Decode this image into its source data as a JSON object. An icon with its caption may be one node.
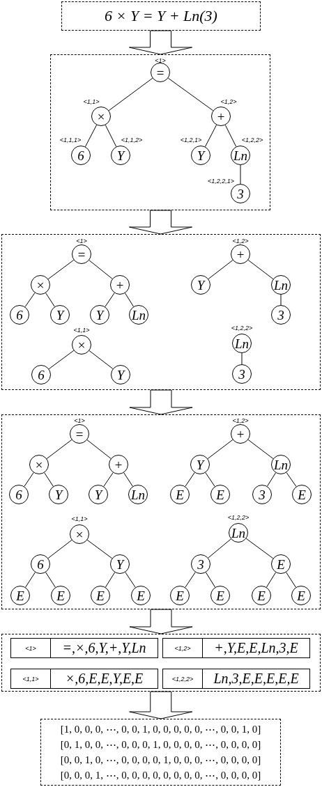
{
  "diagram": {
    "nodes": [
      {
        "text": [
          "6 × Y = Y + Ln(3)"
        ]
      },
      {
        "text": [],
        "shape": "box"
      },
      {
        "text": [
          "="
        ],
        "beside": [
          "<1>"
        ],
        "in": 1
      },
      {
        "text": [
          "×"
        ],
        "beside": [
          "<1,1>"
        ],
        "in": 1
      },
      {
        "text": [
          "+"
        ],
        "beside": [
          "<1,2>"
        ],
        "in": 1
      },
      {
        "text": [
          "6"
        ],
        "beside": [
          "<1,1,1>"
        ],
        "in": 1
      },
      {
        "text": [
          "Y"
        ],
        "beside": [
          "<1,1,2>"
        ],
        "in": 1
      },
      {
        "text": [
          "Y"
        ],
        "beside": [
          "<1,2,1>"
        ],
        "in": 1
      },
      {
        "text": [
          "Ln"
        ],
        "beside": [
          "<1,2,2>"
        ],
        "in": 1
      },
      {
        "text": [
          "3"
        ],
        "beside": [
          "<1,2,2,1>"
        ],
        "in": 1
      },
      {
        "text": [],
        "shape": "box"
      },
      {
        "text": [
          "="
        ],
        "beside": [
          "<1>"
        ],
        "in": 10
      },
      {
        "text": [
          "×"
        ],
        "in": 10
      },
      {
        "text": [
          "+"
        ],
        "in": 10
      },
      {
        "text": [
          "6"
        ],
        "in": 10
      },
      {
        "text": [
          "Y"
        ],
        "in": 10
      },
      {
        "text": [
          "Y"
        ],
        "in": 10
      },
      {
        "text": [
          "Ln"
        ],
        "in": 10
      },
      {
        "text": [
          "+"
        ],
        "beside": [
          "<1,2>"
        ],
        "in": 10
      },
      {
        "text": [
          "Y"
        ],
        "in": 10
      },
      {
        "text": [
          "Ln"
        ],
        "in": 10
      },
      {
        "text": [
          "3"
        ],
        "in": 10
      },
      {
        "text": [
          "×"
        ],
        "beside": [
          "<1,1>"
        ],
        "in": 10
      },
      {
        "text": [
          "6"
        ],
        "in": 10
      },
      {
        "text": [
          "Y"
        ],
        "in": 10
      },
      {
        "text": [
          "Ln"
        ],
        "beside": [
          "<1,2,2>"
        ],
        "in": 10
      },
      {
        "text": [
          "3"
        ],
        "in": 10
      },
      {
        "text": [],
        "shape": "box"
      },
      {
        "text": [
          "="
        ],
        "beside": [
          "<1>"
        ],
        "in": 27
      },
      {
        "text": [
          "×"
        ],
        "in": 27
      },
      {
        "text": [
          "+"
        ],
        "in": 27
      },
      {
        "text": [
          "6"
        ],
        "in": 27
      },
      {
        "text": [
          "Y"
        ],
        "in": 27
      },
      {
        "text": [
          "Y"
        ],
        "in": 27
      },
      {
        "text": [
          "Ln"
        ],
        "in": 27
      },
      {
        "text": [
          "+"
        ],
        "beside": [
          "<1,2>"
        ],
        "in": 27
      },
      {
        "text": [
          "Y"
        ],
        "in": 27
      },
      {
        "text": [
          "Ln"
        ],
        "in": 27
      },
      {
        "text": [
          "E"
        ],
        "in": 27
      },
      {
        "text": [
          "E"
        ],
        "in": 27
      },
      {
        "text": [
          "3"
        ],
        "in": 27
      },
      {
        "text": [
          "E"
        ],
        "in": 27
      },
      {
        "text": [
          "×"
        ],
        "beside": [
          "<1,1>"
        ],
        "in": 27
      },
      {
        "text": [
          "6"
        ],
        "in": 27
      },
      {
        "text": [
          "Y"
        ],
        "in": 27
      },
      {
        "text": [
          "E"
        ],
        "in": 27
      },
      {
        "text": [
          "E"
        ],
        "in": 27
      },
      {
        "text": [
          "E"
        ],
        "in": 27
      },
      {
        "text": [
          "E"
        ],
        "in": 27
      },
      {
        "text": [
          "Ln"
        ],
        "beside": [
          "<1,2,2>"
        ],
        "in": 27
      },
      {
        "text": [
          "3"
        ],
        "in": 27
      },
      {
        "text": [
          "E"
        ],
        "in": 27
      },
      {
        "text": [
          "E"
        ],
        "in": 27
      },
      {
        "text": [
          "E"
        ],
        "in": 27
      },
      {
        "text": [
          "E"
        ],
        "in": 27
      },
      {
        "text": [
          "E"
        ],
        "in": 27
      },
      {
        "text": [],
        "shape": "box"
      },
      {
        "text": [
          "<1>",
          "=,×,6,Y,+,Y,Ln"
        ],
        "in": 56
      },
      {
        "text": [
          "<1,2>",
          "+,Y,E,E,Ln,3,E"
        ],
        "in": 56
      },
      {
        "text": [
          "<1,1>",
          "×,6,E,E,Y,E,E"
        ],
        "in": 56
      },
      {
        "text": [
          "<1,2,2>",
          "Ln,3,E,E,E,E,E"
        ],
        "in": 56
      },
      {
        "text": [
          "[1, 0, 0, 0, ⋯, 0, 0, 1, 0, 0, 0, 0, 0, ⋯, 0, 0, 1, 0]",
          "[0, 1, 0, 0, ⋯, 0, 0, 0, 1, 0, 0, 0, 0, ⋯, 0, 0, 0, 0]",
          "[0, 0, 1, 0, ⋯, 0, 0, 0, 0, 1, 0, 0, 0, ⋯, 0, 0, 0, 0]",
          "[0, 0, 0, 1, ⋯, 0, 0, 0, 0, 0, 0, 0, 0, ⋯, 0, 0, 0, 0]"
        ]
      }
    ],
    "edges": [
      {
        "from": 0,
        "to": 1,
        "arrow": "to",
        "style": "thick"
      },
      {
        "from": 2,
        "to": 3,
        "arrow": "none"
      },
      {
        "from": 2,
        "to": 4,
        "arrow": "none"
      },
      {
        "from": 3,
        "to": 5,
        "arrow": "none"
      },
      {
        "from": 3,
        "to": 6,
        "arrow": "none"
      },
      {
        "from": 4,
        "to": 7,
        "arrow": "none"
      },
      {
        "from": 4,
        "to": 8,
        "arrow": "none"
      },
      {
        "from": 8,
        "to": 9,
        "arrow": "none"
      },
      {
        "from": 1,
        "to": 10,
        "arrow": "to",
        "style": "thick"
      },
      {
        "from": 11,
        "to": 12,
        "arrow": "none"
      },
      {
        "from": 11,
        "to": 13,
        "arrow": "none"
      },
      {
        "from": 12,
        "to": 14,
        "arrow": "none"
      },
      {
        "from": 12,
        "to": 15,
        "arrow": "none"
      },
      {
        "from": 13,
        "to": 16,
        "arrow": "none"
      },
      {
        "from": 13,
        "to": 17,
        "arrow": "none"
      },
      {
        "from": 18,
        "to": 19,
        "arrow": "none"
      },
      {
        "from": 18,
        "to": 20,
        "arrow": "none"
      },
      {
        "from": 20,
        "to": 21,
        "arrow": "none"
      },
      {
        "from": 22,
        "to": 23,
        "arrow": "none"
      },
      {
        "from": 22,
        "to": 24,
        "arrow": "none"
      },
      {
        "from": 25,
        "to": 26,
        "arrow": "none"
      },
      {
        "from": 10,
        "to": 27,
        "arrow": "to",
        "style": "thick"
      },
      {
        "from": 28,
        "to": 29,
        "arrow": "none"
      },
      {
        "from": 28,
        "to": 30,
        "arrow": "none"
      },
      {
        "from": 29,
        "to": 31,
        "arrow": "none"
      },
      {
        "from": 29,
        "to": 32,
        "arrow": "none"
      },
      {
        "from": 30,
        "to": 33,
        "arrow": "none"
      },
      {
        "from": 30,
        "to": 34,
        "arrow": "none"
      },
      {
        "from": 35,
        "to": 36,
        "arrow": "none"
      },
      {
        "from": 35,
        "to": 37,
        "arrow": "none"
      },
      {
        "from": 36,
        "to": 38,
        "arrow": "none"
      },
      {
        "from": 36,
        "to": 39,
        "arrow": "none"
      },
      {
        "from": 37,
        "to": 40,
        "arrow": "none"
      },
      {
        "from": 37,
        "to": 41,
        "arrow": "none"
      },
      {
        "from": 42,
        "to": 43,
        "arrow": "none"
      },
      {
        "from": 42,
        "to": 44,
        "arrow": "none"
      },
      {
        "from": 43,
        "to": 45,
        "arrow": "none"
      },
      {
        "from": 43,
        "to": 46,
        "arrow": "none"
      },
      {
        "from": 44,
        "to": 47,
        "arrow": "none"
      },
      {
        "from": 44,
        "to": 48,
        "arrow": "none"
      },
      {
        "from": 49,
        "to": 50,
        "arrow": "none"
      },
      {
        "from": 49,
        "to": 51,
        "arrow": "none"
      },
      {
        "from": 50,
        "to": 52,
        "arrow": "none"
      },
      {
        "from": 50,
        "to": 53,
        "arrow": "none"
      },
      {
        "from": 51,
        "to": 54,
        "arrow": "none"
      },
      {
        "from": 51,
        "to": 55,
        "arrow": "none"
      },
      {
        "from": 27,
        "to": 56,
        "arrow": "to",
        "style": "thick"
      },
      {
        "from": 56,
        "to": 61,
        "arrow": "to",
        "style": "thick"
      }
    ]
  }
}
